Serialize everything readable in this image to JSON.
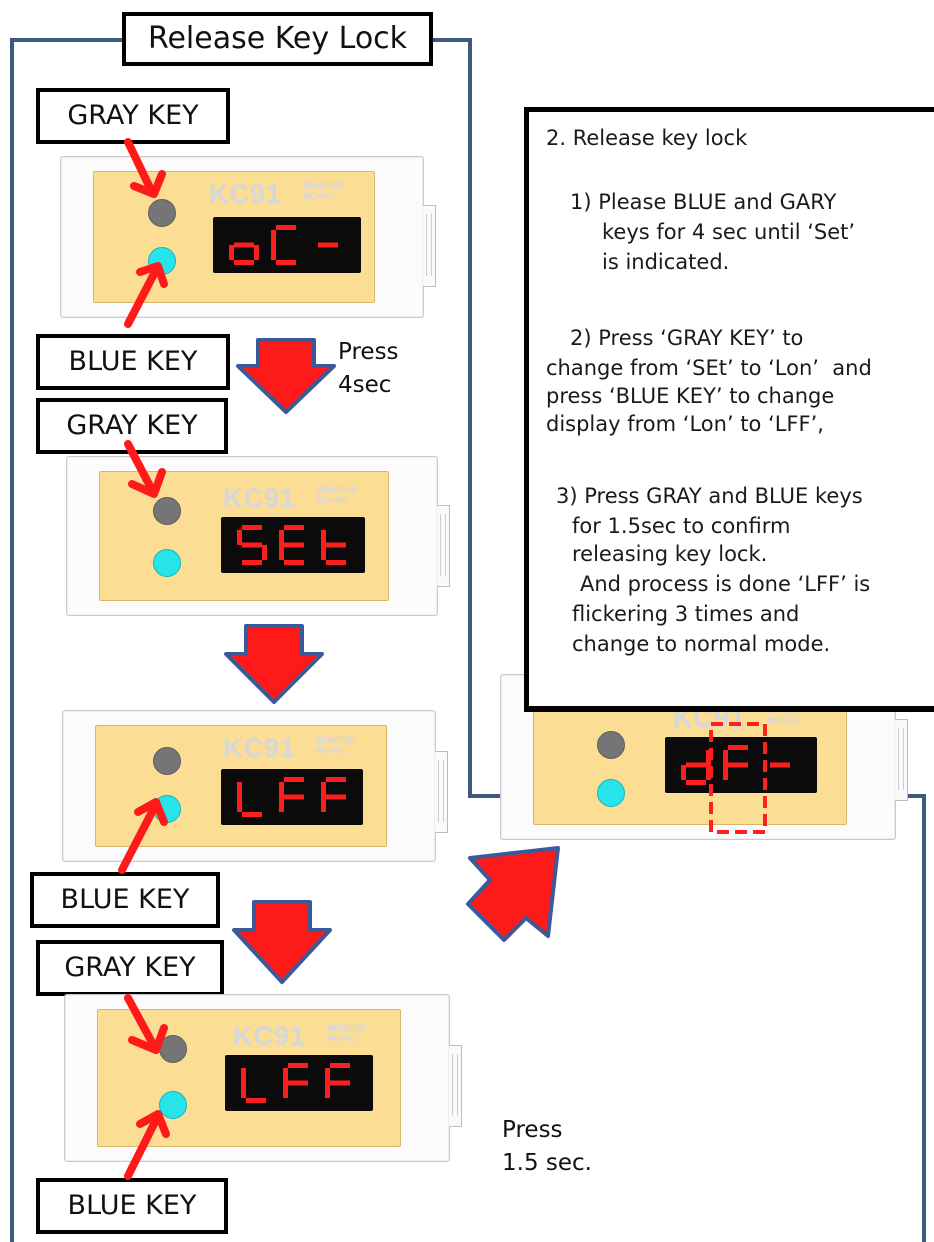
{
  "title": "Release Key Lock",
  "key_labels": {
    "gray": "GRAY KEY",
    "blue": "BLUE KEY"
  },
  "device": {
    "brand": "KC91",
    "model_line1": "NPN/PNP",
    "model_line2": "NO+NC"
  },
  "displays": {
    "step1": "oC-",
    "step2": "SEt",
    "step3": "LFF",
    "step4": "LFF",
    "result": "dF-"
  },
  "press_labels": {
    "press_4sec": [
      "Press",
      "4sec"
    ],
    "press_1_5": [
      "Press",
      "1.5 sec."
    ]
  },
  "instructions": {
    "heading": "2. Release key lock",
    "step1": [
      "1) Please BLUE and GARY",
      "keys for 4 sec until ‘Set’",
      "is indicated."
    ],
    "step2": [
      "2) Press ‘GRAY KEY’ to",
      "change from ‘SEt’ to ‘Lon’  and",
      "press ‘BLUE KEY’ to change",
      "display from ‘Lon’ to ‘LFF’,"
    ],
    "step3": [
      "3) Press GRAY and BLUE keys",
      "for 1.5sec to confirm",
      "releasing key lock.",
      "And process is done ‘LFF’ is",
      "flickering 3 times and",
      "change to normal mode."
    ]
  },
  "colors": {
    "frame": "#3d5a7a",
    "arrow_fill": "#ff1a1a",
    "arrow_outline": "#3b5a9a",
    "pointer": "#ff1a1a",
    "panel": "#fbdd93",
    "gray_button": "#757575",
    "blue_button": "#28e3ea",
    "segment_on": "#ff1e1e",
    "highlight_dash": "#ff2020"
  }
}
